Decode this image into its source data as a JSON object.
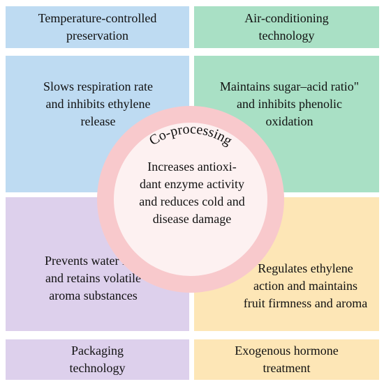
{
  "panels": {
    "temperature": {
      "header": [
        "Temperature-controlled",
        "preservation"
      ],
      "body": [
        "Slows respiration rate",
        "and inhibits ethylene",
        "release"
      ]
    },
    "air": {
      "header": [
        "Air-conditioning",
        "technology"
      ],
      "body": [
        "Maintains sugar–acid ratio\"",
        "and inhibits phenolic",
        "oxidation"
      ]
    },
    "packaging": {
      "header": [
        "Packaging",
        "technology"
      ],
      "body": [
        "Prevents water loss",
        "and retains volatile",
        "aroma substances"
      ]
    },
    "hormone": {
      "header": [
        "Exogenous hormone",
        "treatment"
      ],
      "body": [
        "Regulates ethylene",
        "action and maintains",
        "fruit firmness and aroma"
      ]
    }
  },
  "center": {
    "ring_label": "Co-processing",
    "text": [
      "Increases antioxi-",
      "dant enzyme activity",
      "and reduces cold and",
      "disease damage"
    ]
  },
  "colors": {
    "blue": "#bedbf2",
    "green": "#a9e0c5",
    "purple": "#ddd0ec",
    "yellow": "#fde6b6",
    "ring": "#f8c9cc",
    "inner": "#fdf1f1"
  }
}
